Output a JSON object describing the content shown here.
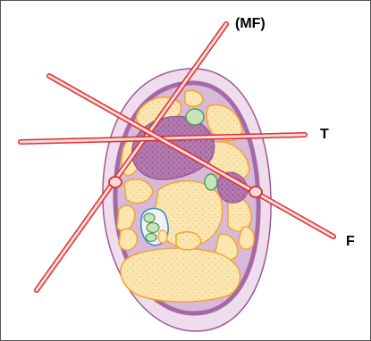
{
  "figure": {
    "labels": {
      "mf": "(MF)",
      "t": "T",
      "f": "F"
    }
  },
  "colors": {
    "skin": "#efdcec",
    "skin_outline": "#9b5a96",
    "fascia": "#a46aa6",
    "compartment": "#d8b9da",
    "muscle_fill": "#fbe6b0",
    "muscle_outline": "#f1a737",
    "muscle_dots": "#e7b36d",
    "bone_fill": "#b37bb0",
    "vessel_fill": "#c7e3b8",
    "vessel_outline": "#4a9a5c",
    "nerve_bundle_outline": "#3a8fc0",
    "cut_line_fill": "#fbd9d9",
    "cut_line_stroke": "#d9302f",
    "label_text": "#000000"
  }
}
